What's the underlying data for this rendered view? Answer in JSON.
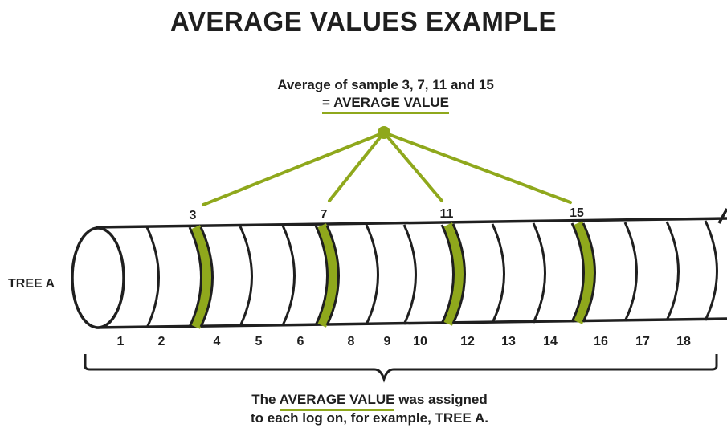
{
  "title": "AVERAGE VALUES EXAMPLE",
  "top_caption": {
    "line1": "Average of sample 3, 7, 11 and 15",
    "line2": "= AVERAGE VALUE"
  },
  "tree_label": "TREE A",
  "sample_labels": [
    "3",
    "7",
    "11",
    "15"
  ],
  "log_numbers": [
    "1",
    "2",
    "4",
    "5",
    "6",
    "8",
    "9",
    "10",
    "12",
    "13",
    "14",
    "16",
    "17",
    "18"
  ],
  "bottom_caption": {
    "prefix": "The ",
    "highlight": "AVERAGE VALUE",
    "suffix": " was assigned",
    "line2": "to each log on, for example, TREE A."
  },
  "colors": {
    "accent": "#8fa81c",
    "ink": "#1f1f1f"
  }
}
